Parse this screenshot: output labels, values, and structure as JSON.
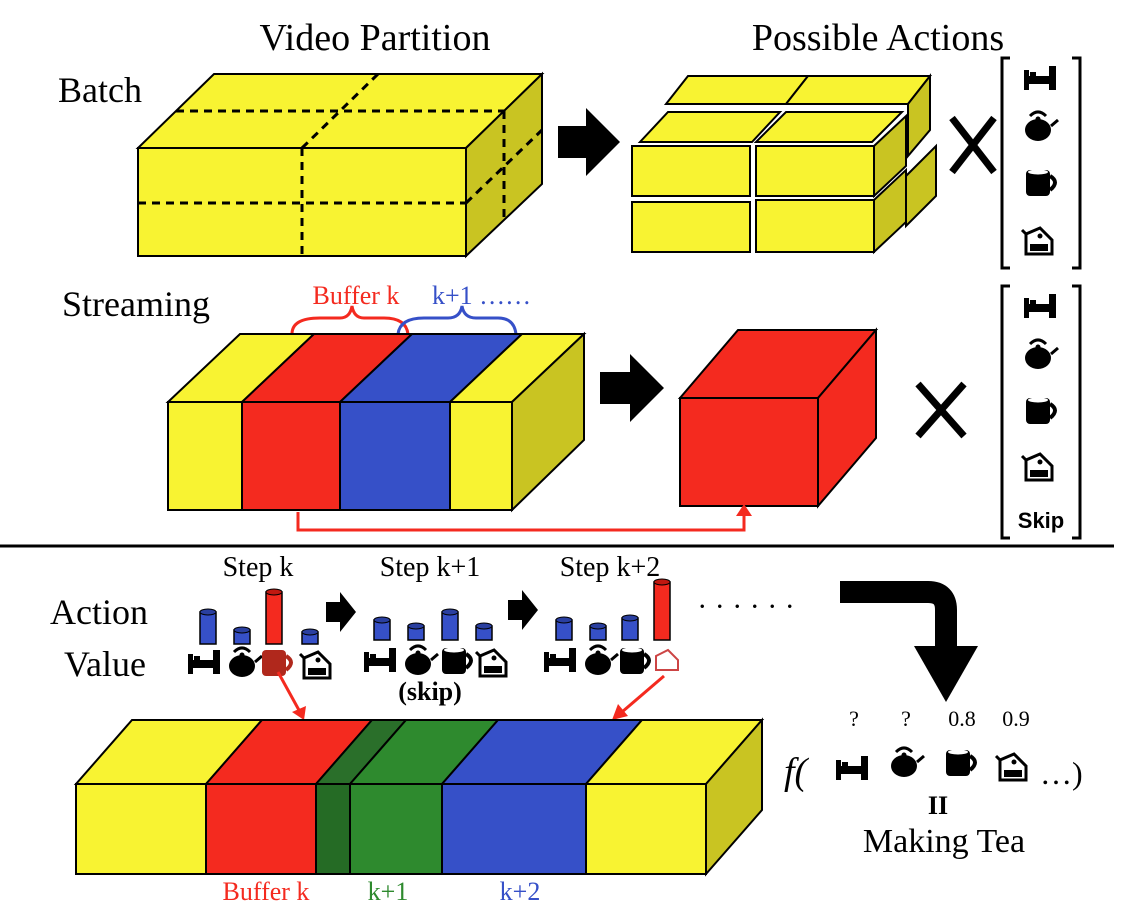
{
  "headings": {
    "video_partition": "Video Partition",
    "possible_actions": "Possible Actions"
  },
  "rows": {
    "batch": "Batch",
    "streaming": "Streaming",
    "action_value_line1": "Action",
    "action_value_line2": "Value"
  },
  "streaming": {
    "buffer_label": "Buffer k",
    "next_label": "k+1 ……",
    "skip_label": "Skip"
  },
  "steps": {
    "step_k": "Step k",
    "step_k1": "Step k+1",
    "step_k2": "Step k+2",
    "skip_note": "(skip)",
    "ellipsis": "· · · · · ·"
  },
  "bottom": {
    "buffer_k": "Buffer k",
    "k1": "k+1",
    "k2": "k+2"
  },
  "function": {
    "f": "f(",
    "close": "…)",
    "value1": "?",
    "value2": "?",
    "value3": "0.8",
    "value4": "0.9",
    "equals": "II",
    "result": "Making Tea"
  },
  "colors": {
    "yellow": "#f8f332",
    "yellow_side": "#c9c422",
    "red": "#f42a1f",
    "blue": "#3650c8",
    "green": "#2e8a2e",
    "black": "#000000"
  },
  "icons": [
    "bed-icon",
    "kettle-icon",
    "cup-icon",
    "teabag-icon"
  ]
}
